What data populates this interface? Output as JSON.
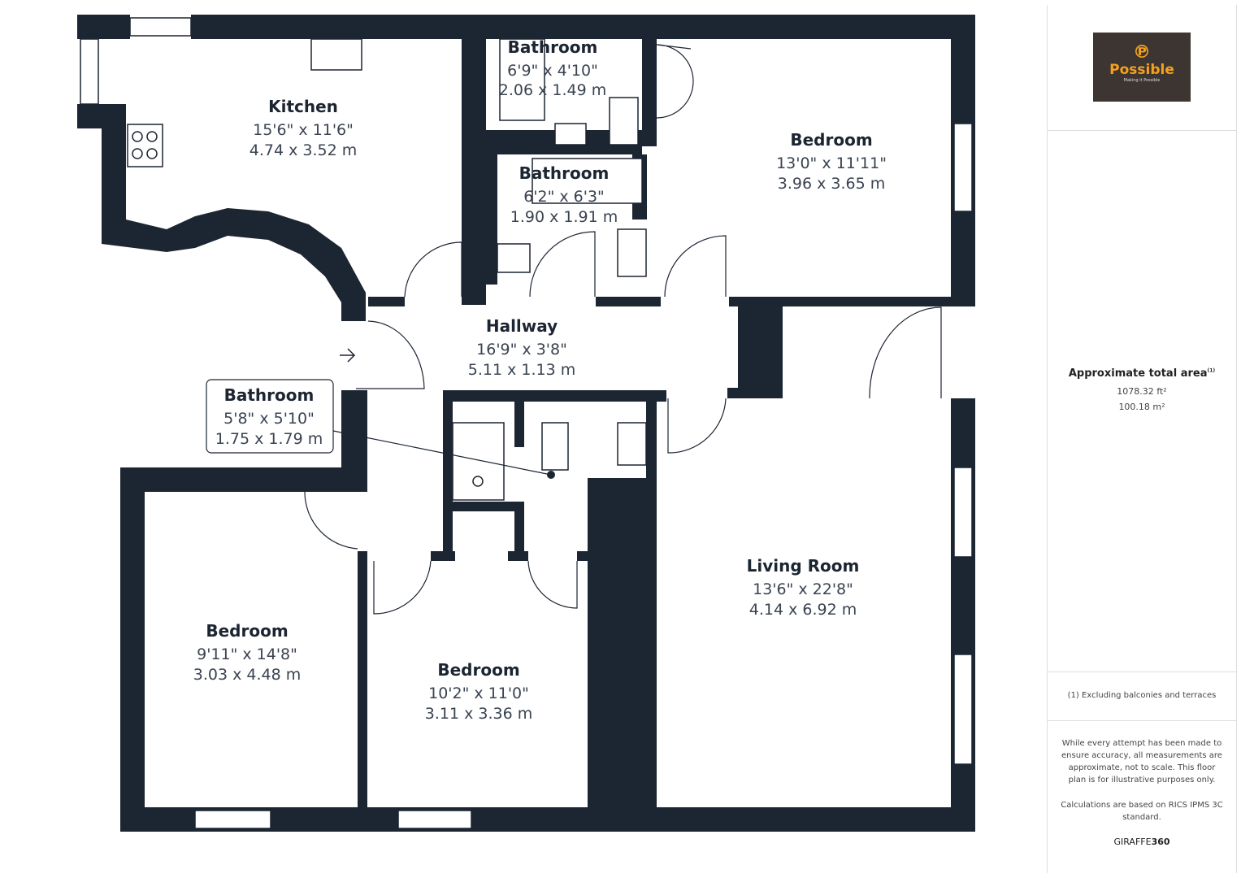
{
  "rooms": {
    "kitchen": {
      "name": "Kitchen",
      "imperial": "15'6\" x 11'6\"",
      "metric": "4.74 x 3.52 m"
    },
    "bathroom1": {
      "name": "Bathroom",
      "imperial": "6'9\" x 4'10\"",
      "metric": "2.06 x 1.49 m"
    },
    "bathroom2": {
      "name": "Bathroom",
      "imperial": "6'2\" x 6'3\"",
      "metric": "1.90 x 1.91 m"
    },
    "bedroom1": {
      "name": "Bedroom",
      "imperial": "13'0\" x 11'11\"",
      "metric": "3.96 x 3.65 m"
    },
    "hallway": {
      "name": "Hallway",
      "imperial": "16'9\" x 3'8\"",
      "metric": "5.11 x 1.13 m"
    },
    "bathroom3": {
      "name": "Bathroom",
      "imperial": "5'8\" x 5'10\"",
      "metric": "1.75 x 1.79 m"
    },
    "living": {
      "name": "Living Room",
      "imperial": "13'6\" x 22'8\"",
      "metric": "4.14 x 6.92 m"
    },
    "bedroom2": {
      "name": "Bedroom",
      "imperial": "9'11\" x 14'8\"",
      "metric": "3.03 x 4.48 m"
    },
    "bedroom3": {
      "name": "Bedroom",
      "imperial": "10'2\" x 11'0\"",
      "metric": "3.11 x 3.36 m"
    }
  },
  "sidebar": {
    "logo": {
      "brand": "Possible",
      "tagline": "Making it Possible",
      "bg_color": "#3d3532",
      "accent_color": "#f4a21c"
    },
    "area_title": "Approximate total area",
    "area_footnote_mark": "(1)",
    "area_ft": "1078.32 ft²",
    "area_m": "100.18 m²",
    "footnote": "(1) Excluding balconies and terraces",
    "disclaimer": "While every attempt has been made to ensure accuracy, all measurements are approximate, not to scale. This floor plan is for illustrative purposes only.",
    "calc_note": "Calculations are based on RICS IPMS 3C standard.",
    "credit_a": "GIRAFFE",
    "credit_b": "360"
  },
  "colors": {
    "wall": "#1c2532"
  }
}
